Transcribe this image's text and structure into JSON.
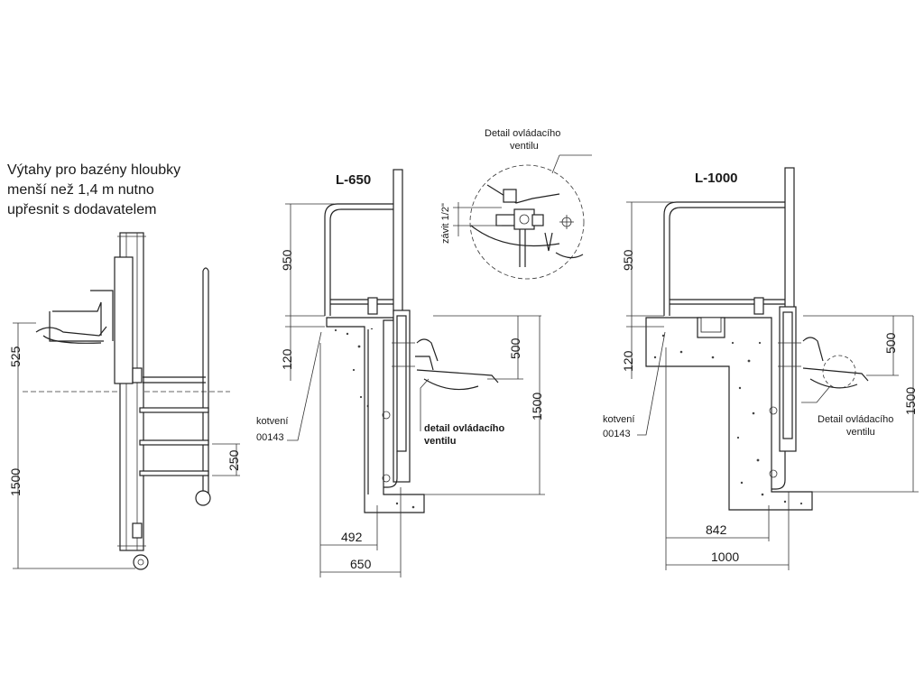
{
  "intro": {
    "line1": "Výtahy pro bazény hloubky",
    "line2": "menší než 1,4 m nutno",
    "line3": "upřesnit s dodavatelem"
  },
  "left_view": {
    "dim_525": "525",
    "dim_1500": "1500",
    "dim_250": "250"
  },
  "l650": {
    "title": "L-650",
    "dim_950": "950",
    "dim_120": "120",
    "dim_500": "500",
    "dim_1500": "1500",
    "dim_492": "492",
    "dim_650": "650",
    "anchor_label": "kotvení",
    "anchor_code": "00143",
    "valve_note_line1": "detail ovládacího",
    "valve_note_line2": "ventilu"
  },
  "detail": {
    "title_line1": "Detail ovládacího",
    "title_line2": "ventilu",
    "thread": "závit 1/2\""
  },
  "l1000": {
    "title": "L-1000",
    "dim_950": "950",
    "dim_120": "120",
    "dim_500": "500",
    "dim_1500": "1500",
    "dim_842": "842",
    "dim_1000": "1000",
    "anchor_label": "kotvení",
    "anchor_code": "00143",
    "valve_note_line1": "Detail ovládacího",
    "valve_note_line2": "ventilu"
  }
}
